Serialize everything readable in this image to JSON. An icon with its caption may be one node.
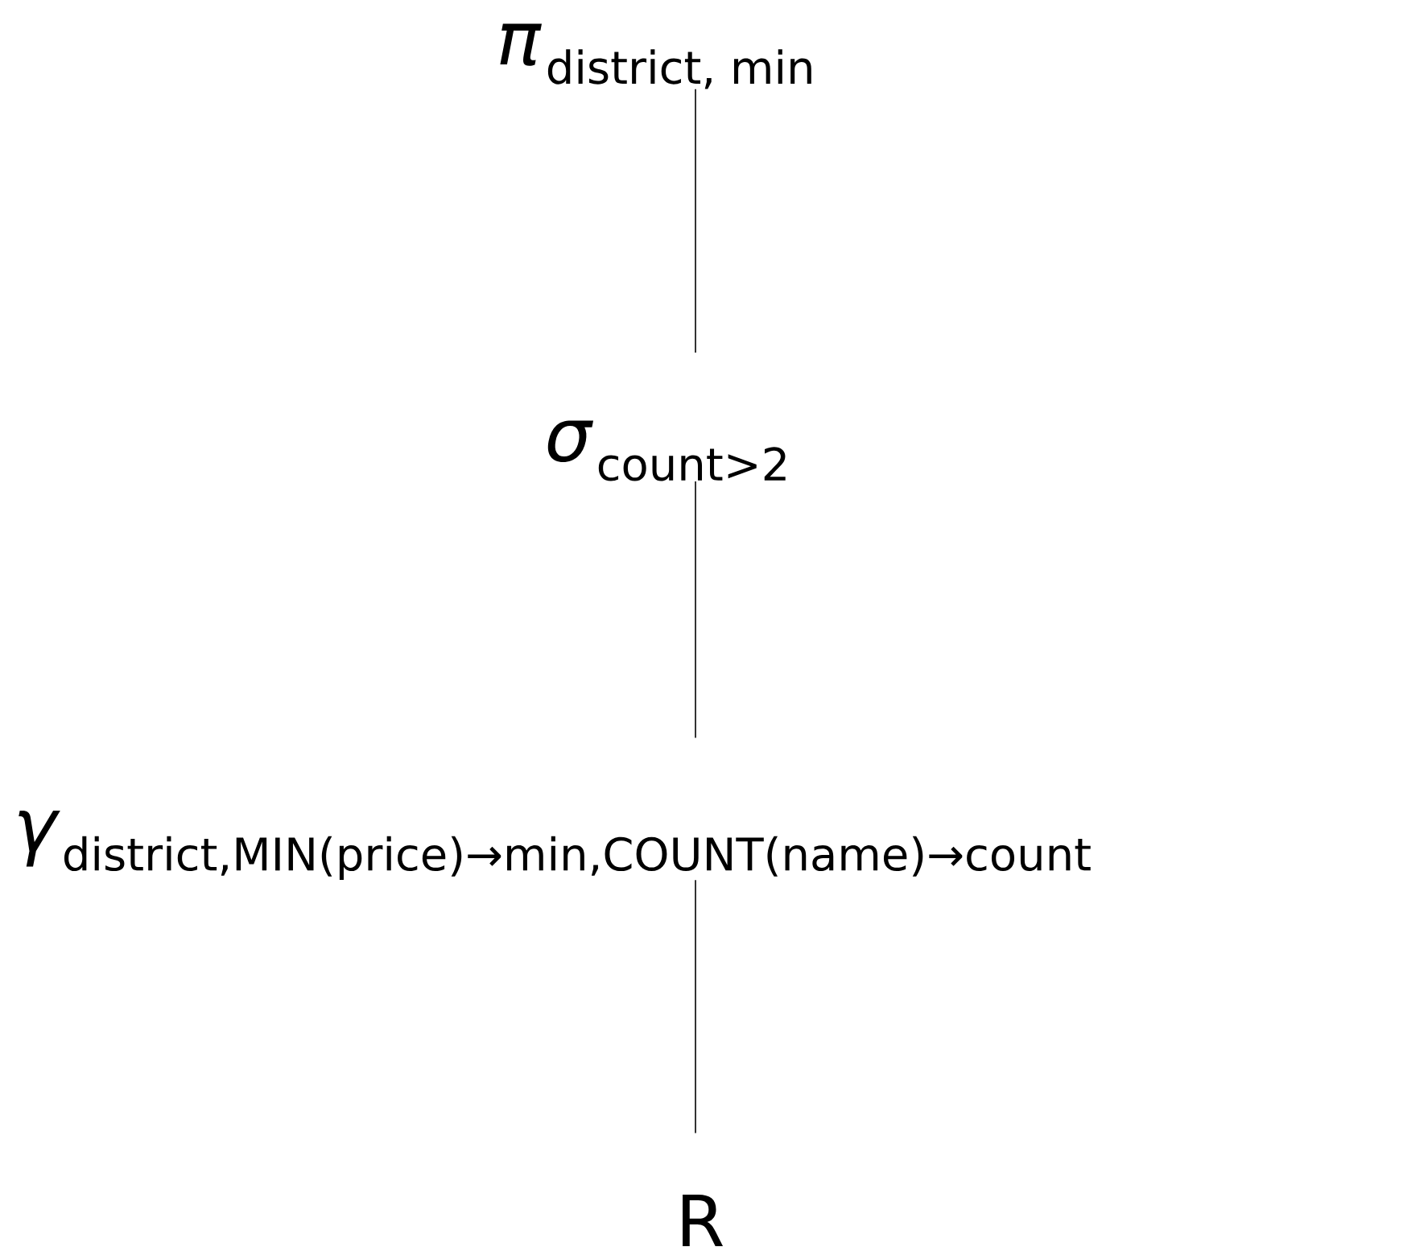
{
  "diagram": {
    "nodes": [
      {
        "text": [
          "π",
          "district, min"
        ]
      },
      {
        "text": [
          "σ",
          "count>2"
        ]
      },
      {
        "text": [
          "γ",
          "district,MIN(price)→min,COUNT(name)→count"
        ]
      },
      {
        "text": [
          "R"
        ]
      }
    ],
    "edges": [
      {
        "from": 0,
        "to": 1,
        "arrow": "none"
      },
      {
        "from": 1,
        "to": 2,
        "arrow": "none"
      },
      {
        "from": 2,
        "to": 3,
        "arrow": "none"
      }
    ]
  }
}
